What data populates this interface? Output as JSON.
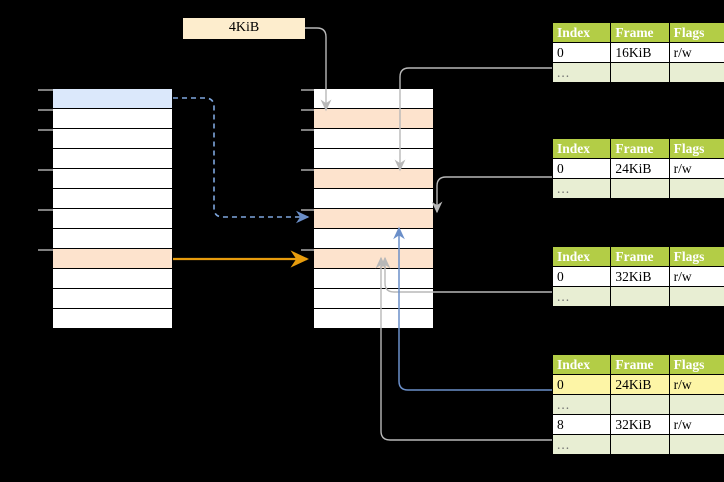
{
  "diagram": {
    "title_label": "4KiB",
    "virtual_column": {
      "name": "virtual-address-space",
      "rows": 12,
      "highlight_blue_row": 1,
      "highlight_peach_row": 9
    },
    "physical_column": {
      "name": "physical-memory",
      "rows": 12,
      "highlight_peach_rows": [
        2,
        5,
        7,
        9
      ]
    },
    "tables": [
      {
        "name": "page-table-level-1",
        "headers": [
          "Index",
          "Frame",
          "Flags"
        ],
        "rows": [
          {
            "index": "0",
            "frame": "16KiB",
            "flags": "r/w",
            "style": "normal"
          },
          {
            "index": "...",
            "frame": "",
            "flags": "",
            "style": "ellipsis"
          }
        ]
      },
      {
        "name": "page-table-level-2",
        "headers": [
          "Index",
          "Frame",
          "Flags"
        ],
        "rows": [
          {
            "index": "0",
            "frame": "24KiB",
            "flags": "r/w",
            "style": "normal"
          },
          {
            "index": "...",
            "frame": "",
            "flags": "",
            "style": "ellipsis"
          }
        ]
      },
      {
        "name": "page-table-level-3",
        "headers": [
          "Index",
          "Frame",
          "Flags"
        ],
        "rows": [
          {
            "index": "0",
            "frame": "32KiB",
            "flags": "r/w",
            "style": "normal"
          },
          {
            "index": "...",
            "frame": "",
            "flags": "",
            "style": "ellipsis"
          }
        ]
      },
      {
        "name": "page-table-level-4",
        "headers": [
          "Index",
          "Frame",
          "Flags"
        ],
        "rows": [
          {
            "index": "0",
            "frame": "24KiB",
            "flags": "r/w",
            "style": "highlight"
          },
          {
            "index": "...",
            "frame": "",
            "flags": "",
            "style": "ellipsis"
          },
          {
            "index": "8",
            "frame": "32KiB",
            "flags": "r/w",
            "style": "normal"
          },
          {
            "index": "...",
            "frame": "",
            "flags": "",
            "style": "ellipsis"
          }
        ]
      }
    ],
    "colors": {
      "header_green": "#b3cd46",
      "ellipsis_green": "#e8eed3",
      "highlight_yellow": "#fdf5a6",
      "peach": "#fde3cd",
      "blue": "#dbe8fb",
      "label_cream": "#fdedcd",
      "wire_grey": "#b8b8b8",
      "wire_blue": "#6b8fc9",
      "wire_orange": "#e79c0d",
      "border_black": "#000000"
    }
  }
}
